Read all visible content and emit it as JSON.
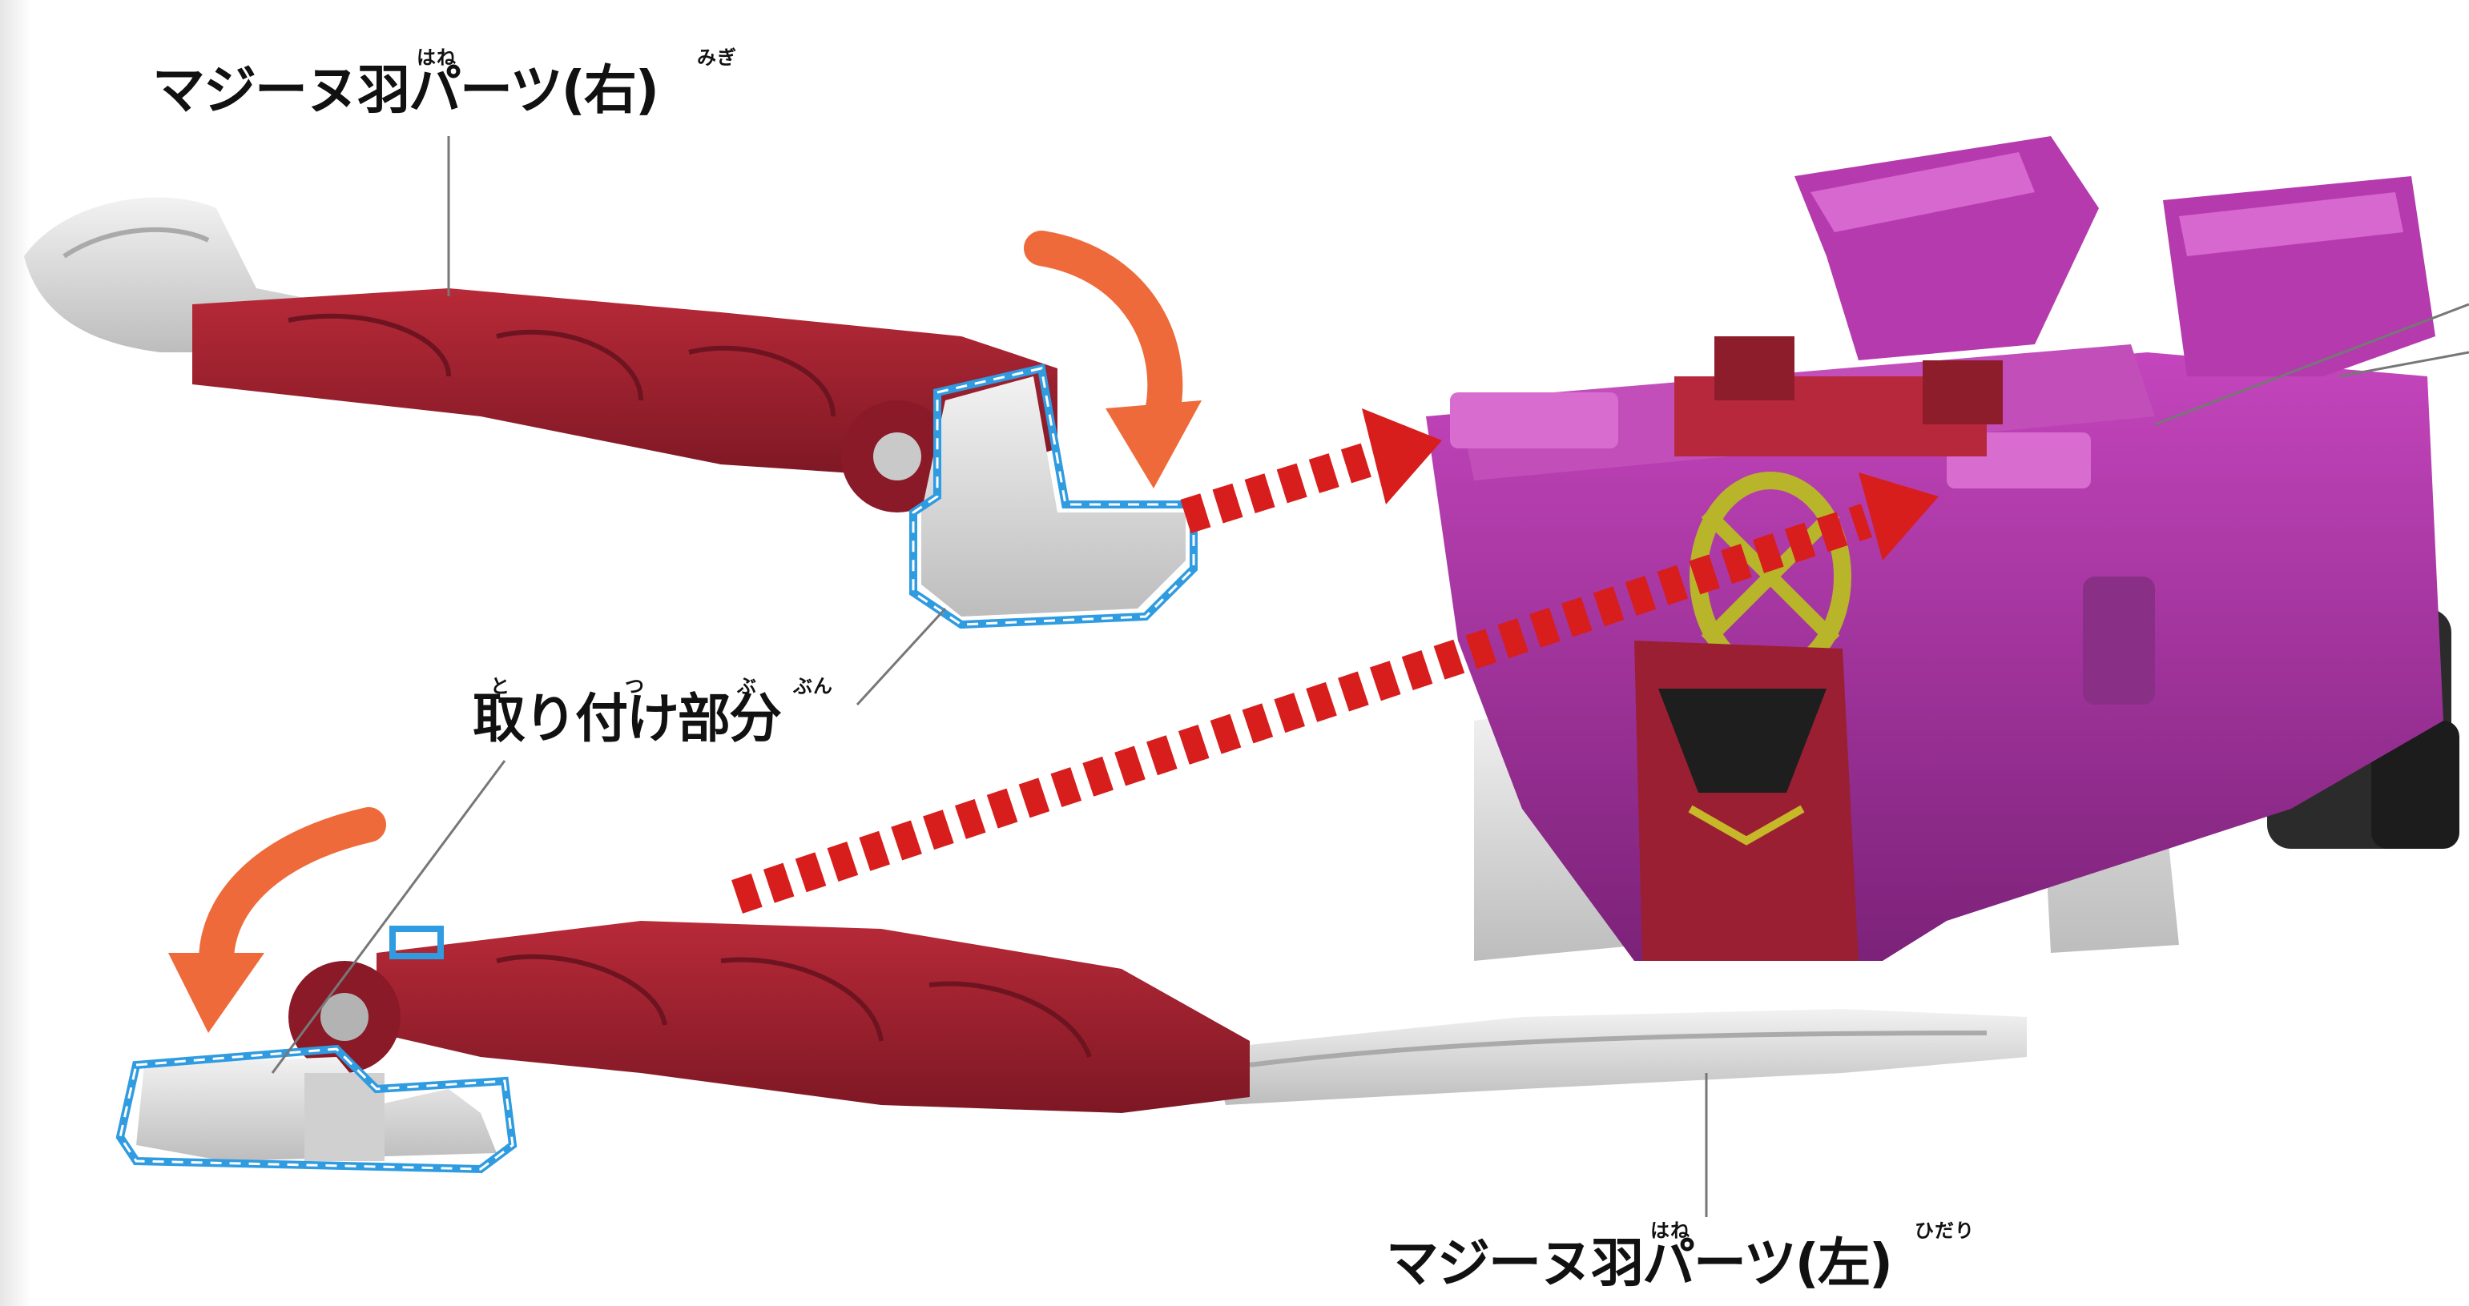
{
  "labels": {
    "wing_right": {
      "text": "マジーヌ羽パーツ(右)",
      "ruby_hane": "はね",
      "ruby_side": "みぎ"
    },
    "attach_part": {
      "text": "取り付け部分",
      "ruby_to": "と",
      "ruby_tsu": "つ",
      "ruby_bu1": "ぶ",
      "ruby_bu2": "ぶん"
    },
    "wing_left": {
      "text": "マジーヌ羽パーツ(左)",
      "ruby_hane": "はね",
      "ruby_side": "ひだり"
    }
  },
  "colors": {
    "wing_red": "#a0202e",
    "wing_red_dark": "#7a1622",
    "blade_gray": "#d9d9d9",
    "robot_magenta": "#a02c9c",
    "robot_magenta_dark": "#6e1a6a",
    "arrow_orange": "#ef6a3a",
    "arrow_red": "#d81d1d",
    "attach_outline": "#2f9be0"
  },
  "icons": {
    "rotate_down": "curved-arrow-clockwise",
    "rotate_up": "curved-arrow-counterclockwise",
    "insert_arrow": "dashed-arrow"
  }
}
